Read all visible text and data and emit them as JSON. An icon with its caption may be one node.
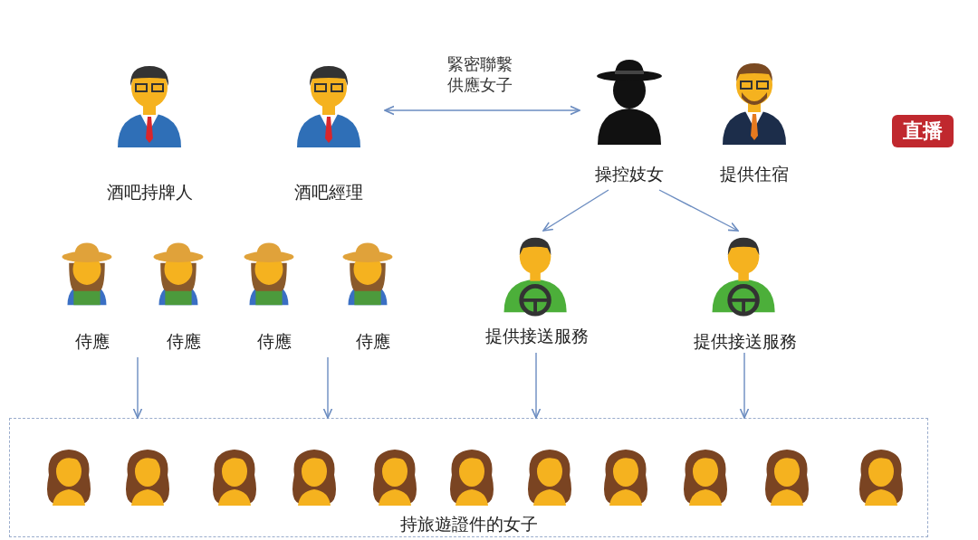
{
  "diagram": {
    "nodes": [
      {
        "text": [
          "酒吧持牌人"
        ]
      },
      {
        "text": [
          "酒吧經理"
        ]
      },
      {
        "text": [
          "操控妓女"
        ]
      },
      {
        "text": [
          "提供住宿"
        ]
      },
      {
        "text": [
          "侍應"
        ]
      },
      {
        "text": [
          "侍應"
        ]
      },
      {
        "text": [
          "侍應"
        ]
      },
      {
        "text": [
          "侍應"
        ]
      },
      {
        "text": [
          "提供接送服務"
        ]
      },
      {
        "text": [
          "提供接送服務"
        ]
      },
      {
        "text": [
          "持旅遊證件的女子"
        ]
      }
    ],
    "edges": [
      {
        "from": 1,
        "to": 2,
        "arrow": "both",
        "label": "緊密聯繫供應女子"
      },
      {
        "from": 2,
        "to": 8,
        "arrow": "to"
      },
      {
        "from": 2,
        "to": 9,
        "arrow": "to"
      },
      {
        "from": null,
        "to": 10,
        "arrow": "to"
      },
      {
        "from": null,
        "to": 10,
        "arrow": "to"
      },
      {
        "from": 8,
        "to": 10,
        "arrow": "to"
      },
      {
        "from": 9,
        "to": 10,
        "arrow": "to"
      }
    ],
    "labels": [
      "直播"
    ]
  }
}
